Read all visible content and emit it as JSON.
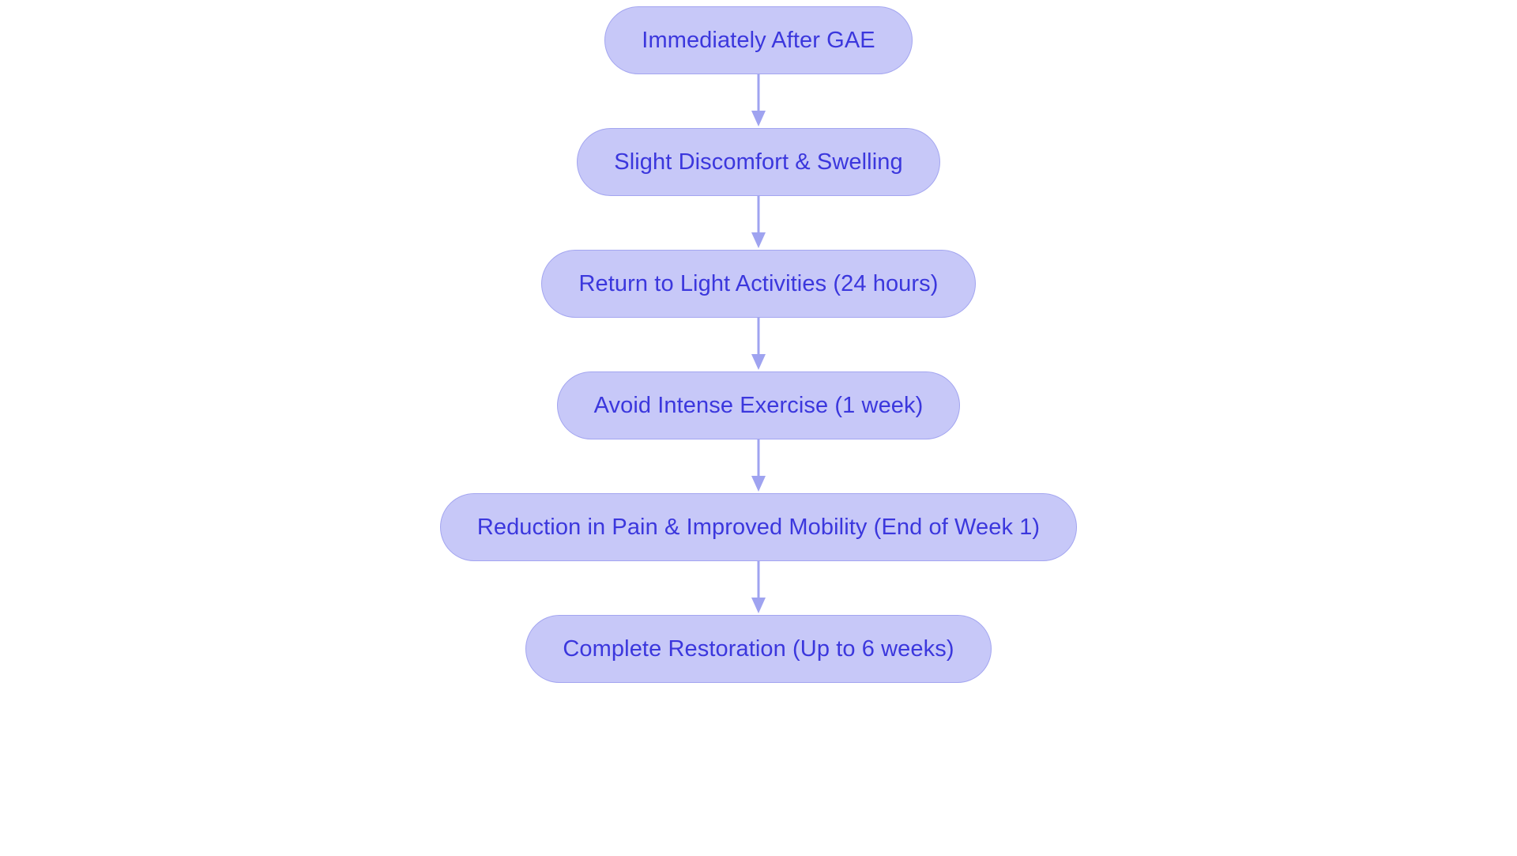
{
  "diagram": {
    "type": "flowchart",
    "orientation": "top-to-bottom",
    "title": "",
    "background_color": "#ffffff",
    "node_fill_color": "#c7c8f8",
    "node_border_color": "#a3a5f0",
    "node_text_color": "#3b37dd",
    "connector_color": "#9fa3f0",
    "nodes": [
      {
        "id": "n1",
        "label": "Immediately After GAE"
      },
      {
        "id": "n2",
        "label": "Slight Discomfort & Swelling"
      },
      {
        "id": "n3",
        "label": "Return to Light Activities (24 hours)"
      },
      {
        "id": "n4",
        "label": "Avoid Intense Exercise (1 week)"
      },
      {
        "id": "n5",
        "label": "Reduction in Pain & Improved Mobility (End of Week 1)"
      },
      {
        "id": "n6",
        "label": "Complete Restoration (Up to 6 weeks)"
      }
    ],
    "edges": [
      {
        "from": "n1",
        "to": "n2",
        "label": "",
        "arrow": "down-arrow"
      },
      {
        "from": "n2",
        "to": "n3",
        "label": "",
        "arrow": "down-arrow"
      },
      {
        "from": "n3",
        "to": "n4",
        "label": "",
        "arrow": "down-arrow"
      },
      {
        "from": "n4",
        "to": "n5",
        "label": "",
        "arrow": "down-arrow"
      },
      {
        "from": "n5",
        "to": "n6",
        "label": "",
        "arrow": "down-arrow"
      }
    ]
  }
}
